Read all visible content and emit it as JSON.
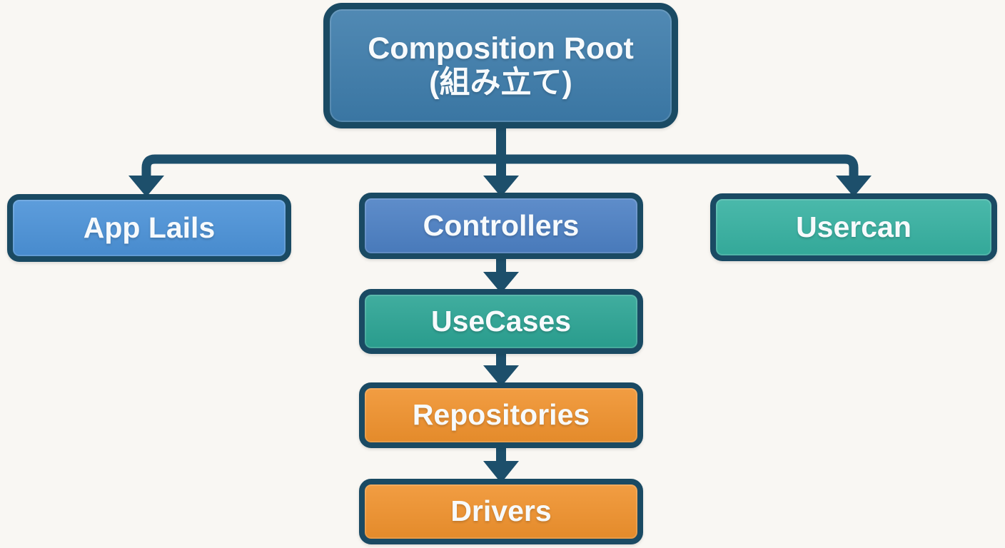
{
  "diagram": {
    "type": "flowchart",
    "nodes": {
      "composition_root": {
        "label": "Composition Root",
        "sublabel": "(組み立て)",
        "fill": "#3d7cab"
      },
      "app_lails": {
        "label": "App Lails",
        "fill": "#4b92d8"
      },
      "controllers": {
        "label": "Controllers",
        "fill": "#4c80c4"
      },
      "usercan": {
        "label": "Usercan",
        "fill": "#36b1a1"
      },
      "usecases": {
        "label": "UseCases",
        "fill": "#2ba494"
      },
      "repositories": {
        "label": "Repositories",
        "fill": "#f0922d"
      },
      "drivers": {
        "label": "Drivers",
        "fill": "#f0922d"
      }
    },
    "edges": [
      {
        "from": "composition_root",
        "to": "app_lails"
      },
      {
        "from": "composition_root",
        "to": "controllers"
      },
      {
        "from": "composition_root",
        "to": "usercan"
      },
      {
        "from": "controllers",
        "to": "usecases"
      },
      {
        "from": "usecases",
        "to": "repositories"
      },
      {
        "from": "repositories",
        "to": "drivers"
      }
    ],
    "colors": {
      "background": "#f9f7f3",
      "node_border": "#1a4a63",
      "connector": "#1d4f6b",
      "text": "#f7fafc"
    }
  }
}
